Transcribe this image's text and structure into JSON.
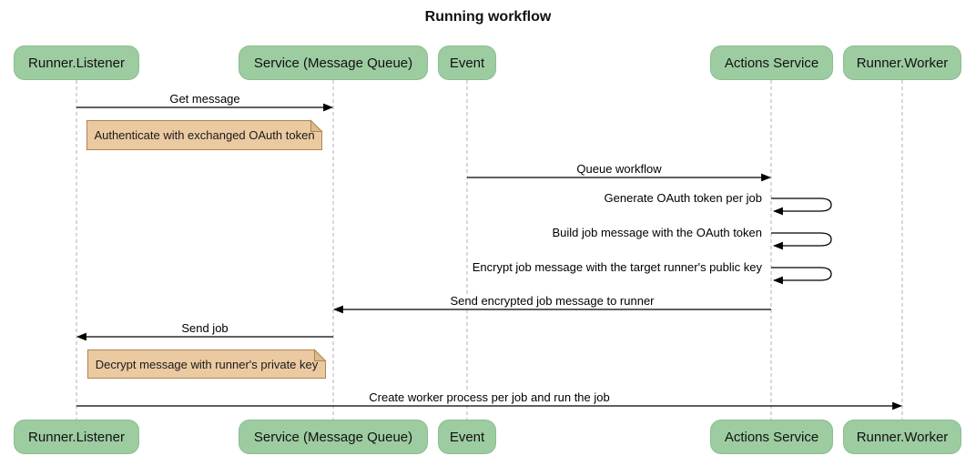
{
  "title": "Running workflow",
  "participants": [
    {
      "label": "Runner.Listener"
    },
    {
      "label": "Service (Message Queue)"
    },
    {
      "label": "Event"
    },
    {
      "label": "Actions Service"
    },
    {
      "label": "Runner.Worker"
    }
  ],
  "messages": [
    {
      "type": "arrow",
      "from": "Runner.Listener",
      "to": "Service (Message Queue)",
      "text": "Get message"
    },
    {
      "type": "note",
      "over": "Runner.Listener",
      "text": "Authenticate with exchanged OAuth token"
    },
    {
      "type": "arrow",
      "from": "Event",
      "to": "Actions Service",
      "text": "Queue workflow"
    },
    {
      "type": "self",
      "on": "Actions Service",
      "text": "Generate OAuth token per job"
    },
    {
      "type": "self",
      "on": "Actions Service",
      "text": "Build job message with the OAuth token"
    },
    {
      "type": "self",
      "on": "Actions Service",
      "text": "Encrypt job message with the target runner's public key"
    },
    {
      "type": "arrow",
      "from": "Actions Service",
      "to": "Service (Message Queue)",
      "text": "Send encrypted job message to runner"
    },
    {
      "type": "arrow",
      "from": "Service (Message Queue)",
      "to": "Runner.Listener",
      "text": "Send job"
    },
    {
      "type": "note",
      "over": "Runner.Listener",
      "text": "Decrypt message with runner's private key"
    },
    {
      "type": "arrow",
      "from": "Runner.Listener",
      "to": "Runner.Worker",
      "text": "Create worker process per job and run the job"
    }
  ],
  "colors": {
    "participant_fill": "#9DCCA1",
    "participant_border": "#8ABD8F",
    "note_fill": "#EBCAA2",
    "note_border": "#AE854E",
    "note_fold": "#DCBC8F",
    "lifeline": "#B0B0B0",
    "arrow": "#000000",
    "background": "#FFFFFF"
  }
}
